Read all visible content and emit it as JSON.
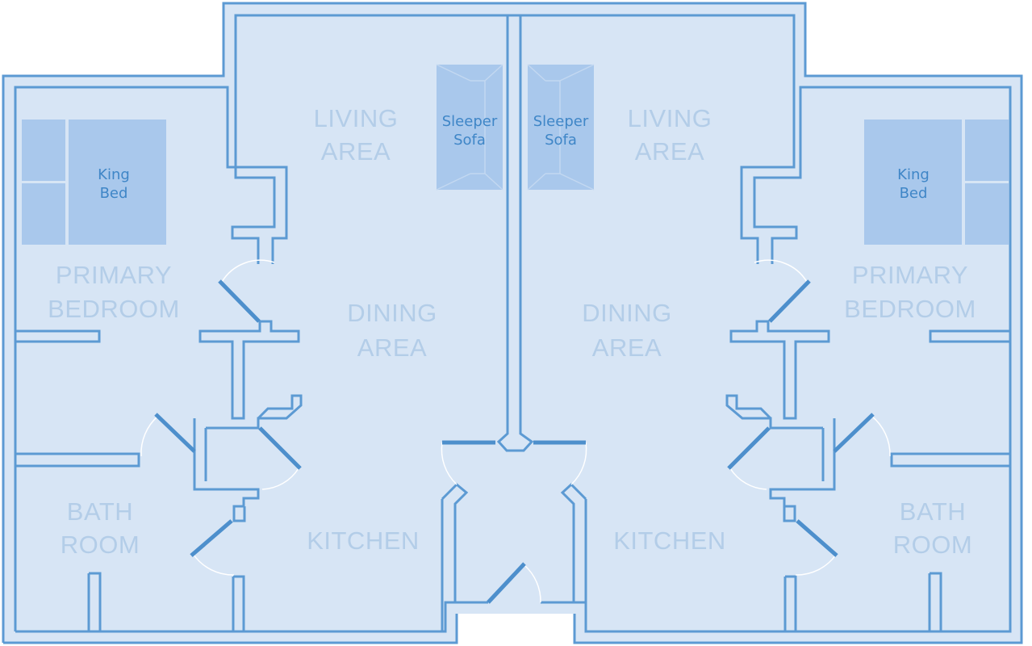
{
  "colors": {
    "floor": "#d7e5f5",
    "wall": "#5c9ad3",
    "door": "#4d8fcc",
    "furniture": "#a9c8ec",
    "room_label": "#b3cde8",
    "furniture_label": "#3f86c7"
  },
  "left_unit": {
    "living": [
      "LIVING",
      "AREA"
    ],
    "dining": [
      "DINING",
      "AREA"
    ],
    "kitchen": [
      "KITCHEN"
    ],
    "bedroom": [
      "PRIMARY",
      "BEDROOM"
    ],
    "bath": [
      "BATH",
      "ROOM"
    ],
    "bed": [
      "King",
      "Bed"
    ],
    "sofa": [
      "Sleeper",
      "Sofa"
    ]
  },
  "right_unit": {
    "living": [
      "LIVING",
      "AREA"
    ],
    "dining": [
      "DINING",
      "AREA"
    ],
    "kitchen": [
      "KITCHEN"
    ],
    "bedroom": [
      "PRIMARY",
      "BEDROOM"
    ],
    "bath": [
      "BATH",
      "ROOM"
    ],
    "bed": [
      "King",
      "Bed"
    ],
    "sofa": [
      "Sleeper",
      "Sofa"
    ]
  }
}
